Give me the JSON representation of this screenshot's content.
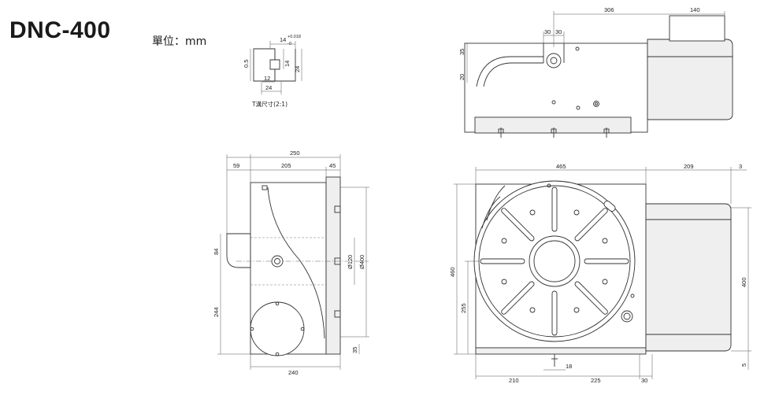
{
  "header": {
    "model": "DNC-400",
    "unit_label": "單位：mm"
  },
  "tslot": {
    "caption": "T溝尺寸(2:1)",
    "dims": {
      "w_top": "14",
      "tol_plus": "+0.018",
      "tol_minus": "-0",
      "h_left": "0.5",
      "d14": "14",
      "d24v": "24",
      "w12": "12",
      "w24": "24"
    }
  },
  "top_view": {
    "dims": {
      "len306": "306",
      "len140": "140",
      "w30a": "30",
      "w30b": "30",
      "h35": "35",
      "h20": "20"
    }
  },
  "side_view": {
    "dims": {
      "w250": "250",
      "w59": "59",
      "w205": "205",
      "w45": "45",
      "h84": "84",
      "h244": "244",
      "d120": "Ø120",
      "d400": "Ø400",
      "h35": "35",
      "w240": "240"
    }
  },
  "front_view": {
    "dims": {
      "w465": "465",
      "w209": "209",
      "w3": "3",
      "h460": "460",
      "h255": "255",
      "h400": "400",
      "h5": "5",
      "w18": "18",
      "w210": "210",
      "w225": "225",
      "w30": "30"
    }
  }
}
